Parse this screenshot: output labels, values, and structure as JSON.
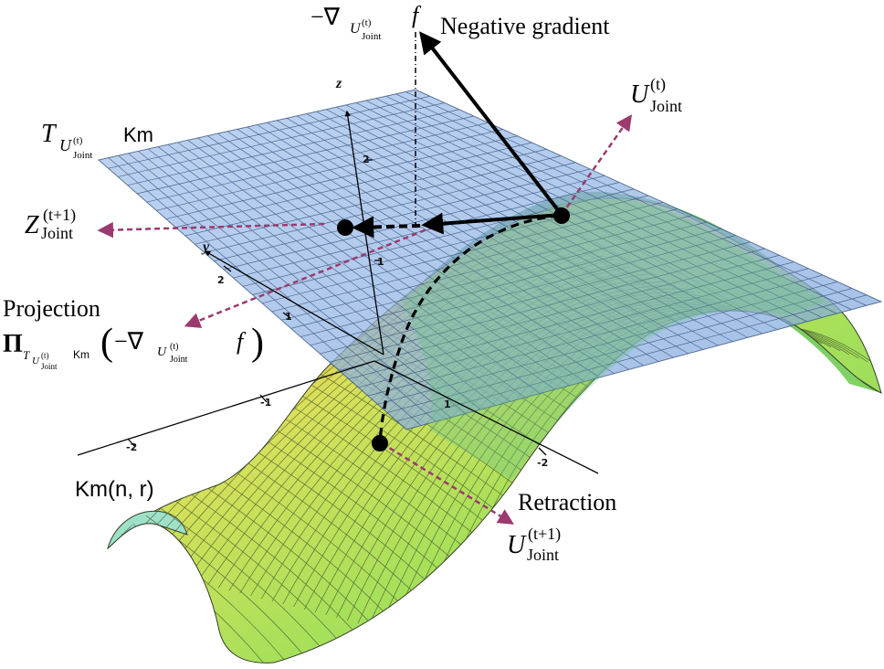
{
  "colors": {
    "plane_fill": "#8fb3e3",
    "plane_grid": "#3c5a86",
    "surface_low": "#7ed957",
    "surface_mid": "#c8e85e",
    "surface_high": "#e07a3a",
    "surface_peak": "#b8523a",
    "surface_grid": "#3a4a2a",
    "purple_arrow": "#9b3a6e",
    "black": "#000000"
  },
  "labels": {
    "neg_grad_symbol": "−∇",
    "neg_grad_sub_u": "U",
    "neg_grad_sub_t": "(t)",
    "neg_grad_sub_joint": "Joint",
    "neg_grad_f": "f",
    "negative_gradient": "Negative gradient",
    "u_joint_main": "U",
    "u_joint_sup": "(t)",
    "u_joint_sub": "Joint",
    "tangent_T": "T",
    "tangent_sub_u": "U",
    "tangent_sub_t": "(t)",
    "tangent_sub_joint": "Joint",
    "tangent_km": "Km",
    "z_main": "Z",
    "z_sup": "(t+1)",
    "z_sub": "Joint",
    "projection": "Projection",
    "proj_pi": "Π",
    "proj_sub_T": "T",
    "proj_sub_u": "U",
    "proj_sub_t": "(t)",
    "proj_sub_joint": "Joint",
    "proj_km": "Km",
    "proj_paren_open": "(",
    "proj_neg_grad": "−∇",
    "proj_f": "f",
    "proj_paren_close": ")",
    "manifold": "Km(n, r)",
    "retraction": "Retraction",
    "u_next_main": "U",
    "u_next_sup": "(t+1)",
    "u_next_sub": "Joint"
  },
  "axes": {
    "z_label": "z",
    "y_label": "y",
    "ticks": {
      "z_2": "2",
      "z_1": "1",
      "y_2": "2",
      "y_1": "1",
      "x_m1": "-1",
      "x_m2": "-2",
      "y_1b": "1",
      "y_m2": "-2"
    }
  }
}
